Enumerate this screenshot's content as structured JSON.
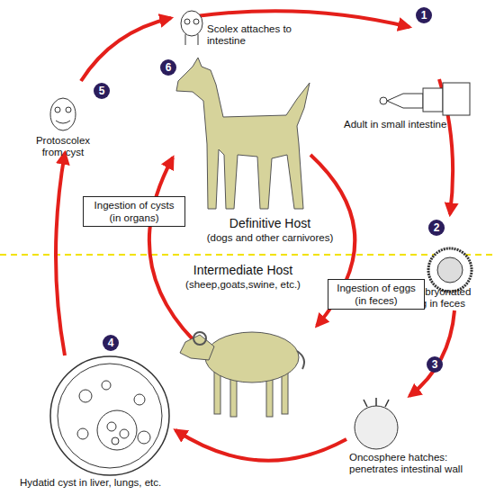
{
  "diagram": {
    "nodes": [
      {
        "text": [
          "Ingestion of cysts (in organs)"
        ]
      },
      {
        "text": [
          "Ingestion of eggs (in feces)"
        ]
      }
    ],
    "labels": [
      "6",
      "Scolex attaches to intestine",
      "1",
      "Adult in small intestine",
      "2",
      "Embryonated egg in feces",
      "Definitive Host",
      "(dogs and other carnivores)",
      "Intermediate Host",
      "(sheep,goats,swine, etc.)",
      "3",
      "Oncosphere hatches: penetrates intestinal wall",
      "4",
      "Hydatid cyst in liver, lungs, etc.",
      "5",
      "Protoscolex from cyst"
    ]
  }
}
